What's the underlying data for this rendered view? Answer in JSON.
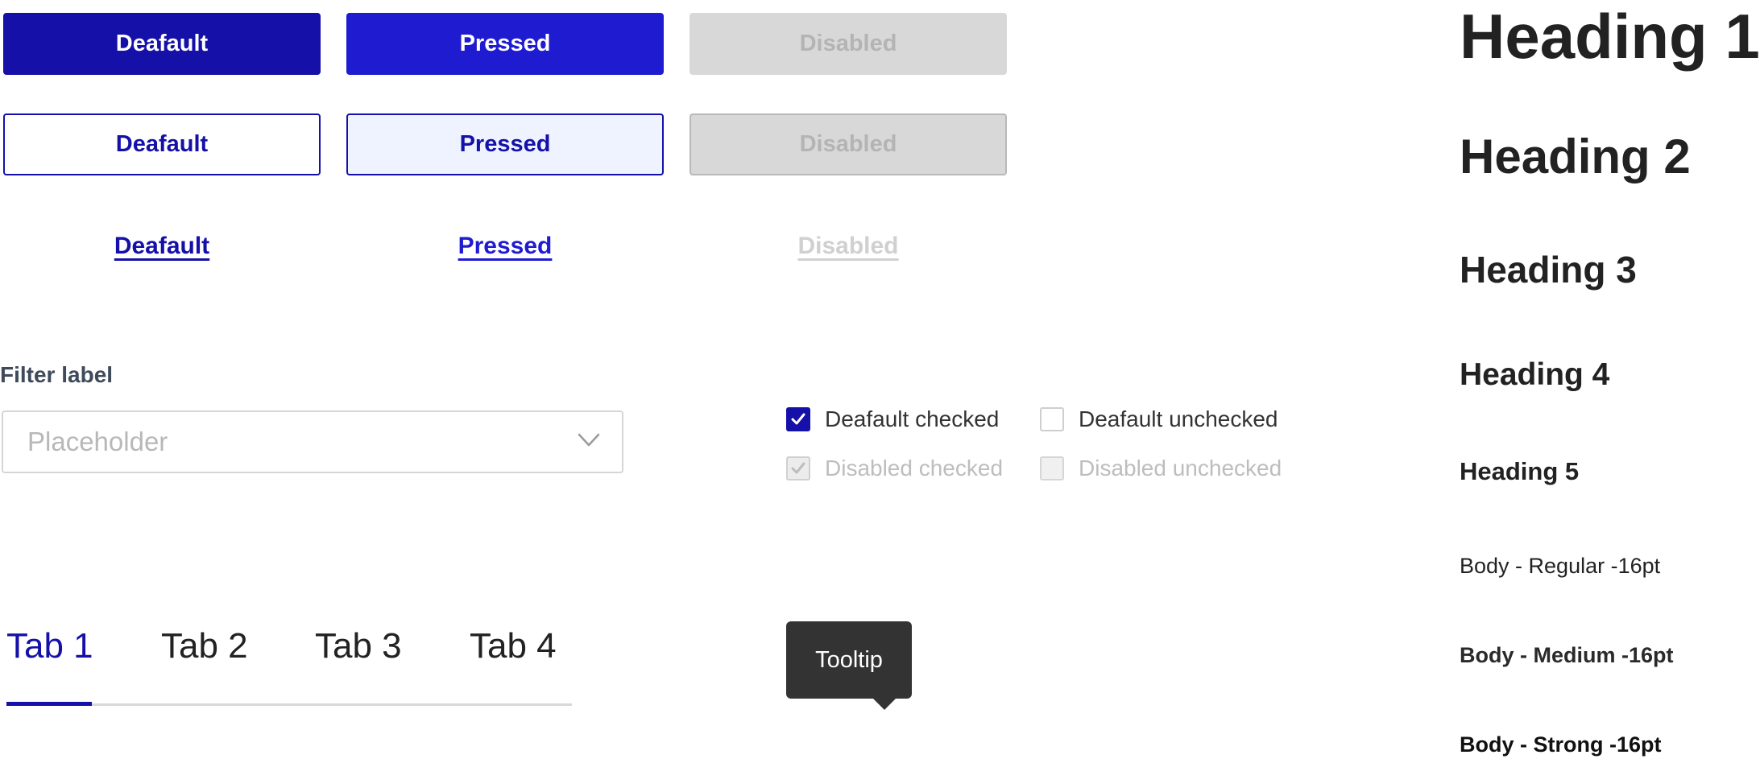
{
  "buttons": {
    "primary": {
      "default": "Deafault",
      "pressed": "Pressed",
      "disabled": "Disabled"
    },
    "outline": {
      "default": "Deafault",
      "pressed": "Pressed",
      "disabled": "Disabled"
    },
    "link": {
      "default": "Deafault",
      "pressed": "Pressed",
      "disabled": "Disabled"
    }
  },
  "filter": {
    "label": "Filter label",
    "placeholder": "Placeholder"
  },
  "checkboxes": {
    "default_checked": "Deafault checked",
    "default_unchecked": "Deafault unchecked",
    "disabled_checked": "Disabled checked",
    "disabled_unchecked": "Disabled unchecked"
  },
  "tabs": {
    "items": [
      "Tab 1",
      "Tab 2",
      "Tab 3",
      "Tab 4"
    ],
    "active_index": 0
  },
  "tooltip": {
    "text": "Tooltip"
  },
  "typography": {
    "h1": "Heading 1",
    "h2": "Heading 2",
    "h3": "Heading 3",
    "h4": "Heading 4",
    "h5": "Heading 5",
    "body_regular": "Body - Regular -16pt",
    "body_medium": "Body - Medium -16pt",
    "body_strong": "Body - Strong -16pt"
  },
  "colors": {
    "primary": "#1410a8",
    "primary_pressed": "#1f1bd1",
    "disabled_bg": "#d8d8d8",
    "disabled_text": "#b4b4b4",
    "tooltip_bg": "#333333"
  }
}
